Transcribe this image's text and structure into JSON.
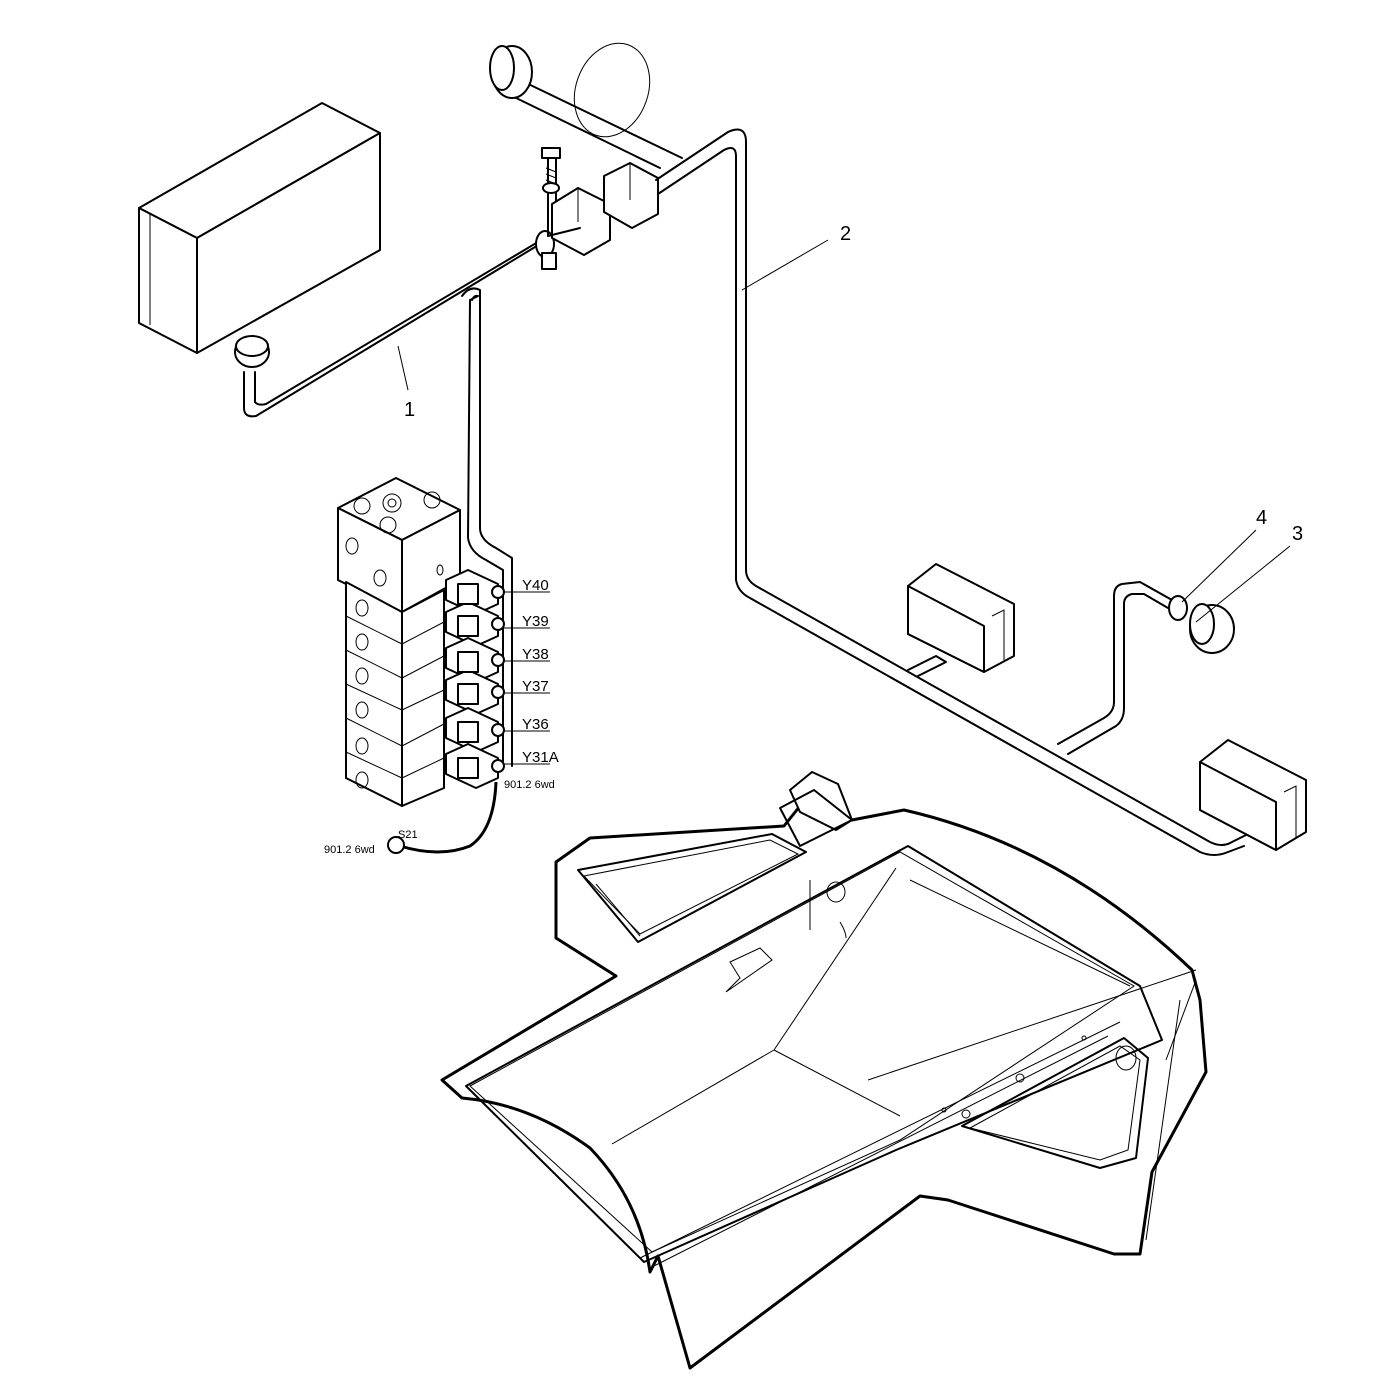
{
  "callouts": [
    "1",
    "2",
    "3",
    "4"
  ],
  "valve_codes": [
    "Y40",
    "Y39",
    "Y38",
    "Y37",
    "Y36",
    "Y31A"
  ],
  "notes": {
    "valve_connector": "901.2 6wd",
    "sensor_code": "S21",
    "sensor_connector": "901.2 6wd"
  }
}
